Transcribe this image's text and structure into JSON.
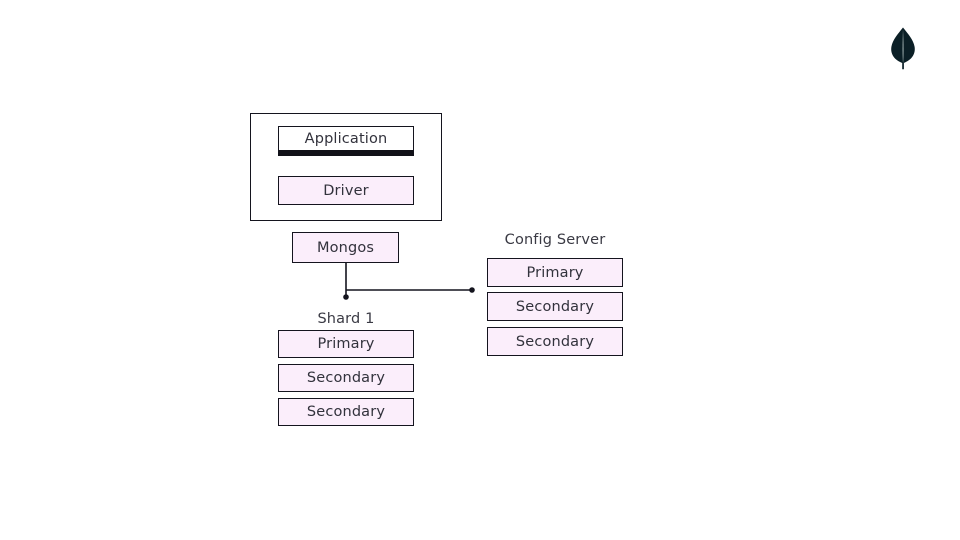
{
  "page": {
    "background": "#ffffff",
    "node_fill": "#fbeefb",
    "node_stroke": "#14141e",
    "text_color": "#32323c",
    "logo_color": "#0b1f26"
  },
  "brand": {
    "logo_icon": "mongodb-leaf-icon",
    "logo_color": "#0b1f26"
  },
  "client_container": {
    "name": "client-container",
    "nodes": [
      {
        "id": "application",
        "label": "Application",
        "fill": "#ffffff",
        "accent_bottom": "#111118"
      },
      {
        "id": "driver",
        "label": "Driver",
        "fill": "#fbeefb"
      }
    ]
  },
  "router": {
    "id": "mongos",
    "label": "Mongos",
    "fill": "#fbeefb"
  },
  "shard": {
    "group_label": "Shard 1",
    "members": [
      {
        "id": "shard1-primary",
        "label": "Primary"
      },
      {
        "id": "shard1-secondary-1",
        "label": "Secondary"
      },
      {
        "id": "shard1-secondary-2",
        "label": "Secondary"
      }
    ]
  },
  "config_server": {
    "group_label": "Config Server",
    "members": [
      {
        "id": "config-primary",
        "label": "Primary"
      },
      {
        "id": "config-secondary-1",
        "label": "Secondary"
      },
      {
        "id": "config-secondary-2",
        "label": "Secondary"
      }
    ]
  },
  "connectors": [
    {
      "id": "application-to-driver",
      "from": "application",
      "to": "driver",
      "endpoint": "dot"
    },
    {
      "id": "mongos-to-shard1",
      "from": "mongos",
      "to": "shard1",
      "endpoint": "dot"
    },
    {
      "id": "mongos-to-config-server",
      "from": "mongos",
      "to": "config-server",
      "endpoint": "dot"
    }
  ]
}
